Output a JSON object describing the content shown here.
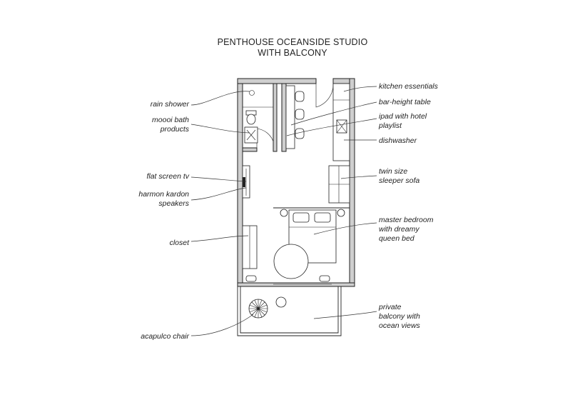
{
  "title": {
    "line1": "PENTHOUSE OCEANSIDE STUDIO",
    "line2": "WITH BALCONY"
  },
  "labels": {
    "rain_shower": "rain shower",
    "bath_products": "moooi bath\nproducts",
    "flat_screen_tv": "flat screen tv",
    "speakers": "harmon kardon\nspeakers",
    "closet": "closet",
    "acapulco_chair": "acapulco chair",
    "kitchen_essentials": "kitchen essentials",
    "bar_height_table": "bar-height table",
    "ipad": "ipad with hotel\nplaylist",
    "dishwasher": "dishwasher",
    "sleeper_sofa": "twin size\nsleeper sofa",
    "master_bedroom": "master bedroom\nwith dreamy\nqueen bed",
    "balcony": "private\nbalcony with\nocean views"
  }
}
